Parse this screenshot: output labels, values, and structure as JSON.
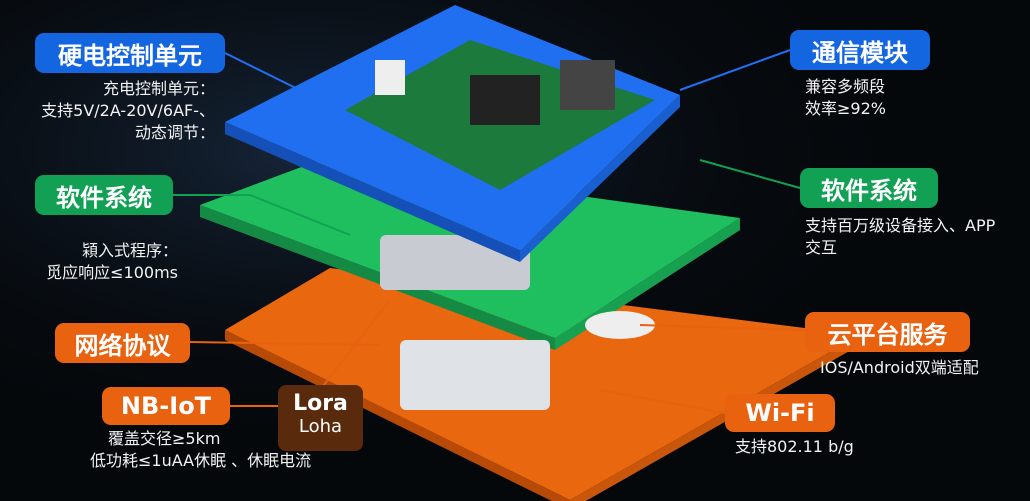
{
  "colors": {
    "blue": "#1466e0",
    "green": "#12a055",
    "orange": "#e8620f",
    "background": "#05080b"
  },
  "left": {
    "hardware": {
      "title": "硬电控制单元",
      "lines": [
        "充电控制单元：",
        "支持5V/2A-20V/6AF-、",
        "动态调节："
      ]
    },
    "software": {
      "title": "软件系统",
      "lines": [
        "㯋入式程序：",
        "觅应响应≤100ms"
      ]
    },
    "network": {
      "title": "网络协议"
    },
    "nbiot": {
      "title": "NB-IoT",
      "lines": [
        "覆盖交径≥5km",
        "低功耗≤1uAA休眠 、休眠电流"
      ]
    },
    "lora": {
      "title": "Lora",
      "subtitle": "Lohа"
    }
  },
  "right": {
    "comm": {
      "title": "通信模块",
      "lines": [
        "兼容多频段",
        "效率≥92%"
      ]
    },
    "software": {
      "title": "软件系统",
      "lines": [
        "支持百万级设备接入、APP",
        "交互"
      ]
    },
    "cloud": {
      "title": "云平台服务",
      "lines": [
        "IOS/Android双端适配"
      ]
    },
    "wifi": {
      "title": "Wi-Fi",
      "lines": [
        "支持802.11 b/g"
      ]
    }
  }
}
